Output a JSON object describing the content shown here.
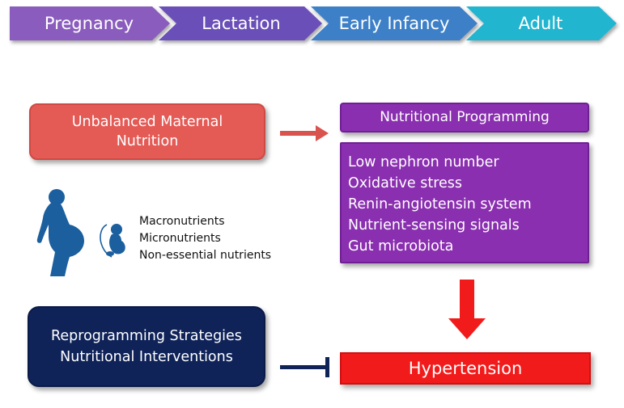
{
  "timeline": {
    "stages": [
      "Pregnancy",
      "Lactation",
      "Early Infancy",
      "Adult"
    ],
    "colors": [
      "#8a5bbd",
      "#6a4fb8",
      "#3d80c8",
      "#22b5cf"
    ]
  },
  "cause": {
    "lines": [
      "Unbalanced Maternal",
      "Nutrition"
    ],
    "color": "#e45a55"
  },
  "nutrients": {
    "items": [
      "Macronutrients",
      "Micronutrients",
      "Non-essential nutrients"
    ]
  },
  "programming": {
    "title": "Nutritional Programming",
    "items": [
      "Low nephron number",
      "Oxidative stress",
      "Renin-angiotensin system",
      "Nutrient-sensing signals",
      "Gut microbiota"
    ],
    "color": "#8a2fb0"
  },
  "outcome": {
    "label": "Hypertension",
    "color": "#f21b1b"
  },
  "intervention": {
    "lines": [
      "Reprogramming Strategies",
      "Nutritional Interventions"
    ],
    "color": "#0f2359"
  },
  "icons": [
    "pregnant-woman-icon",
    "fetus-icon",
    "right-arrow-icon",
    "down-arrow-icon",
    "inhibition-arrow-icon"
  ]
}
